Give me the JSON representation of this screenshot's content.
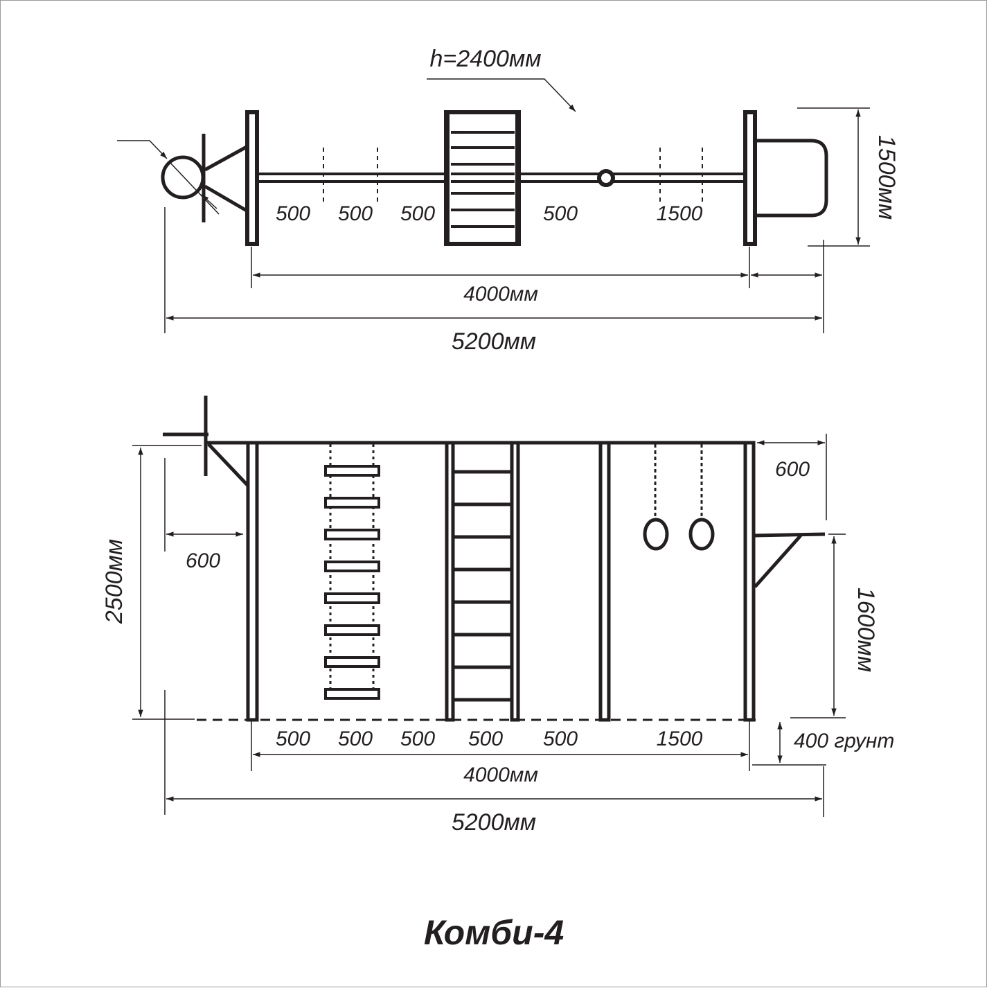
{
  "title": "Комби-4",
  "top_view": {
    "height_label": "h=2400мм",
    "segments": [
      "500",
      "500",
      "500",
      "500",
      "1500"
    ],
    "depth_label": "1500мм",
    "inner_length": "4000мм",
    "total_length": "5200мм"
  },
  "front_view": {
    "height_label": "2500мм",
    "left_offset": "600",
    "right_offset": "600",
    "bars_height": "1600мм",
    "ground_depth": "400 грунт",
    "segments": [
      "500",
      "500",
      "500",
      "500",
      "500",
      "1500"
    ],
    "inner_length": "4000мм",
    "total_length": "5200мм"
  },
  "colors": {
    "ink": "#231f20",
    "frame": "#999999"
  }
}
